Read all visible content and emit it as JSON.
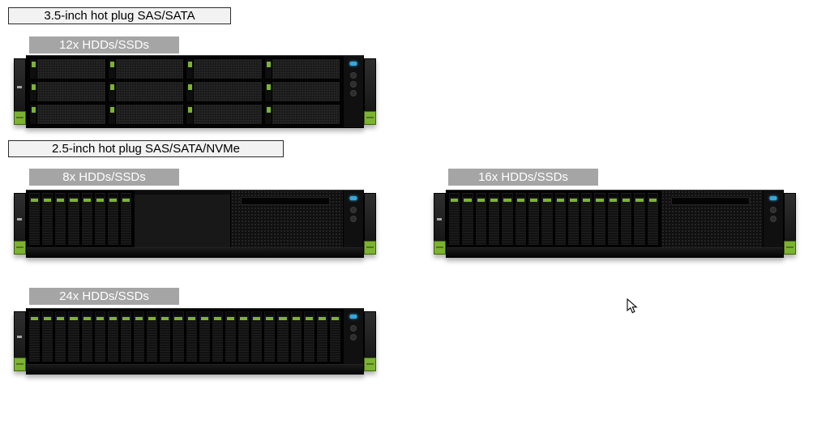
{
  "sections": {
    "s35": {
      "title": "3.5-inch hot plug SAS/SATA",
      "configs": [
        {
          "label": "12x HDDs/SSDs",
          "drives": 12
        }
      ]
    },
    "s25": {
      "title": "2.5-inch hot plug SAS/SATA/NVMe",
      "configs": [
        {
          "label": "8x HDDs/SSDs",
          "drives": 8
        },
        {
          "label": "16x HDDs/SSDs",
          "drives": 16
        },
        {
          "label": "24x HDDs/SSDs",
          "drives": 24
        }
      ]
    }
  },
  "colors": {
    "accent_green": "#7cb331",
    "label_gray_bg": "#a5a5a5",
    "title_box_bg": "#f2f2f2",
    "led_blue": "#35a7dc"
  },
  "cursor": {
    "visible": true
  }
}
